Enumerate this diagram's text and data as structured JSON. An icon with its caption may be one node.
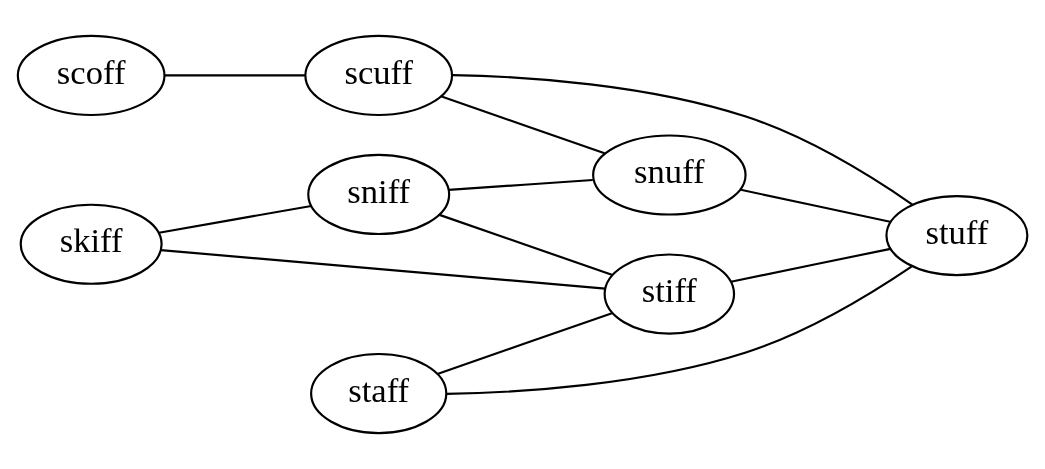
{
  "diagram": {
    "nodes": [
      {
        "text": [
          "scoff"
        ]
      },
      {
        "text": [
          "skiff"
        ]
      },
      {
        "text": [
          "scuff"
        ]
      },
      {
        "text": [
          "sniff"
        ]
      },
      {
        "text": [
          "staff"
        ]
      },
      {
        "text": [
          "snuff"
        ]
      },
      {
        "text": [
          "stiff"
        ]
      },
      {
        "text": [
          "stuff"
        ]
      }
    ],
    "edges": [
      {
        "from": 0,
        "to": 2,
        "arrow": "none"
      },
      {
        "from": 2,
        "to": 5,
        "arrow": "none"
      },
      {
        "from": 2,
        "to": 7,
        "arrow": "none"
      },
      {
        "from": 1,
        "to": 3,
        "arrow": "none"
      },
      {
        "from": 1,
        "to": 6,
        "arrow": "none"
      },
      {
        "from": 3,
        "to": 5,
        "arrow": "none"
      },
      {
        "from": 3,
        "to": 6,
        "arrow": "none"
      },
      {
        "from": 5,
        "to": 7,
        "arrow": "none"
      },
      {
        "from": 6,
        "to": 7,
        "arrow": "none"
      },
      {
        "from": 4,
        "to": 6,
        "arrow": "none"
      },
      {
        "from": 4,
        "to": 7,
        "arrow": "none"
      }
    ]
  }
}
